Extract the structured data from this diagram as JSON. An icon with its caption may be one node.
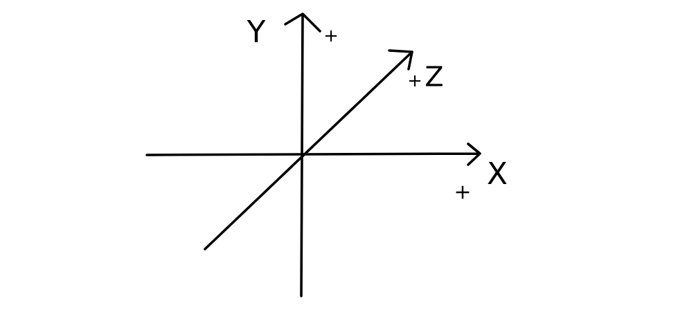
{
  "diagram": {
    "labels": [
      "Y",
      "+",
      "Z",
      "+",
      "X",
      "+"
    ]
  }
}
